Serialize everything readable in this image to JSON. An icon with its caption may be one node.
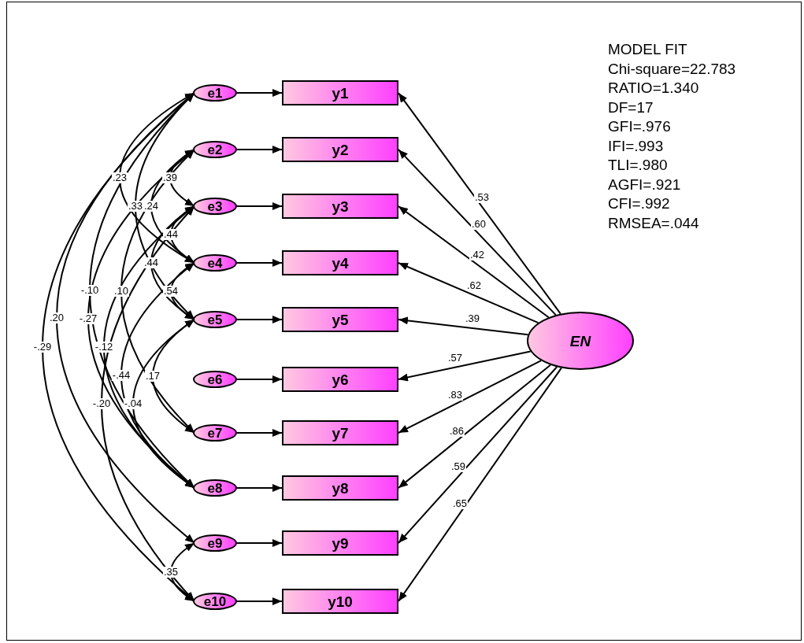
{
  "diagram": {
    "nodes": [
      {
        "text": [
          "e1"
        ]
      },
      {
        "text": [
          "e2"
        ]
      },
      {
        "text": [
          "e3"
        ]
      },
      {
        "text": [
          "e4"
        ]
      },
      {
        "text": [
          "e5"
        ]
      },
      {
        "text": [
          "e6"
        ]
      },
      {
        "text": [
          "e7"
        ]
      },
      {
        "text": [
          "e8"
        ]
      },
      {
        "text": [
          "e9"
        ]
      },
      {
        "text": [
          "e10"
        ]
      },
      {
        "text": [
          "y1"
        ]
      },
      {
        "text": [
          "y2"
        ]
      },
      {
        "text": [
          "y3"
        ]
      },
      {
        "text": [
          "y4"
        ]
      },
      {
        "text": [
          "y5"
        ]
      },
      {
        "text": [
          "y6"
        ]
      },
      {
        "text": [
          "y7"
        ]
      },
      {
        "text": [
          "y8"
        ]
      },
      {
        "text": [
          "y9"
        ]
      },
      {
        "text": [
          "y10"
        ]
      },
      {
        "text": [
          "EN"
        ]
      }
    ],
    "edges": [
      {
        "from": 0,
        "to": 10,
        "arrow": "to"
      },
      {
        "from": 1,
        "to": 11,
        "arrow": "to"
      },
      {
        "from": 2,
        "to": 12,
        "arrow": "to"
      },
      {
        "from": 3,
        "to": 13,
        "arrow": "to"
      },
      {
        "from": 4,
        "to": 14,
        "arrow": "to"
      },
      {
        "from": 5,
        "to": 15,
        "arrow": "to"
      },
      {
        "from": 6,
        "to": 16,
        "arrow": "to"
      },
      {
        "from": 7,
        "to": 17,
        "arrow": "to"
      },
      {
        "from": 8,
        "to": 18,
        "arrow": "to"
      },
      {
        "from": 9,
        "to": 19,
        "arrow": "to"
      },
      {
        "from": 20,
        "to": 10,
        "arrow": "to",
        "label": ".53"
      },
      {
        "from": 20,
        "to": 11,
        "arrow": "to",
        "label": ".60"
      },
      {
        "from": 20,
        "to": 12,
        "arrow": "to",
        "label": ".42"
      },
      {
        "from": 20,
        "to": 13,
        "arrow": "to",
        "label": ".62"
      },
      {
        "from": 20,
        "to": 14,
        "arrow": "to",
        "label": ".39"
      },
      {
        "from": 20,
        "to": 15,
        "arrow": "to",
        "label": ".57"
      },
      {
        "from": 20,
        "to": 16,
        "arrow": "to",
        "label": ".83"
      },
      {
        "from": 20,
        "to": 17,
        "arrow": "to",
        "label": ".86"
      },
      {
        "from": 20,
        "to": 18,
        "arrow": "to",
        "label": ".59"
      },
      {
        "from": 20,
        "to": 19,
        "arrow": "to",
        "label": ".65"
      },
      {
        "from": 1,
        "to": 2,
        "arrow": "both",
        "label": ".39"
      },
      {
        "from": 0,
        "to": 3,
        "arrow": "both",
        "label": ".23"
      },
      {
        "from": 1,
        "to": 3,
        "arrow": "both",
        "label": ".24"
      },
      {
        "from": 0,
        "to": 4,
        "arrow": "both",
        "label": ".33"
      },
      {
        "from": 2,
        "to": 3,
        "arrow": "both",
        "label": ".44"
      },
      {
        "from": 2,
        "to": 4,
        "arrow": "both",
        "label": ".44"
      },
      {
        "from": 3,
        "to": 4,
        "arrow": "both",
        "label": ".54"
      },
      {
        "from": 0,
        "to": 7,
        "arrow": "both",
        "label": "-.10"
      },
      {
        "from": 0,
        "to": 8,
        "arrow": "both",
        "label": ".20"
      },
      {
        "from": 1,
        "to": 7,
        "arrow": "both",
        "label": "-.27"
      },
      {
        "from": 1,
        "to": 6,
        "arrow": "both",
        "label": ".10"
      },
      {
        "from": 2,
        "to": 7,
        "arrow": "both",
        "label": "-.12"
      },
      {
        "from": 3,
        "to": 7,
        "arrow": "both",
        "label": "-.44"
      },
      {
        "from": 4,
        "to": 6,
        "arrow": "both",
        "label": ".17"
      },
      {
        "from": 0,
        "to": 9,
        "arrow": "both",
        "label": "-.29"
      },
      {
        "from": 2,
        "to": 9,
        "arrow": "both",
        "label": "-.20"
      },
      {
        "from": 4,
        "to": 7,
        "arrow": "both",
        "label": "-.04"
      },
      {
        "from": 8,
        "to": 9,
        "arrow": "both",
        "label": ".35"
      }
    ],
    "labels": [
      "MODEL FIT",
      "Chi-square=22.783",
      "RATIO=1.340",
      "DF=17",
      "GFI=.976",
      "IFI=.993",
      "TLI=.980",
      "AGFI=.921",
      "CFI=.992",
      "RMSEA=.044"
    ]
  }
}
